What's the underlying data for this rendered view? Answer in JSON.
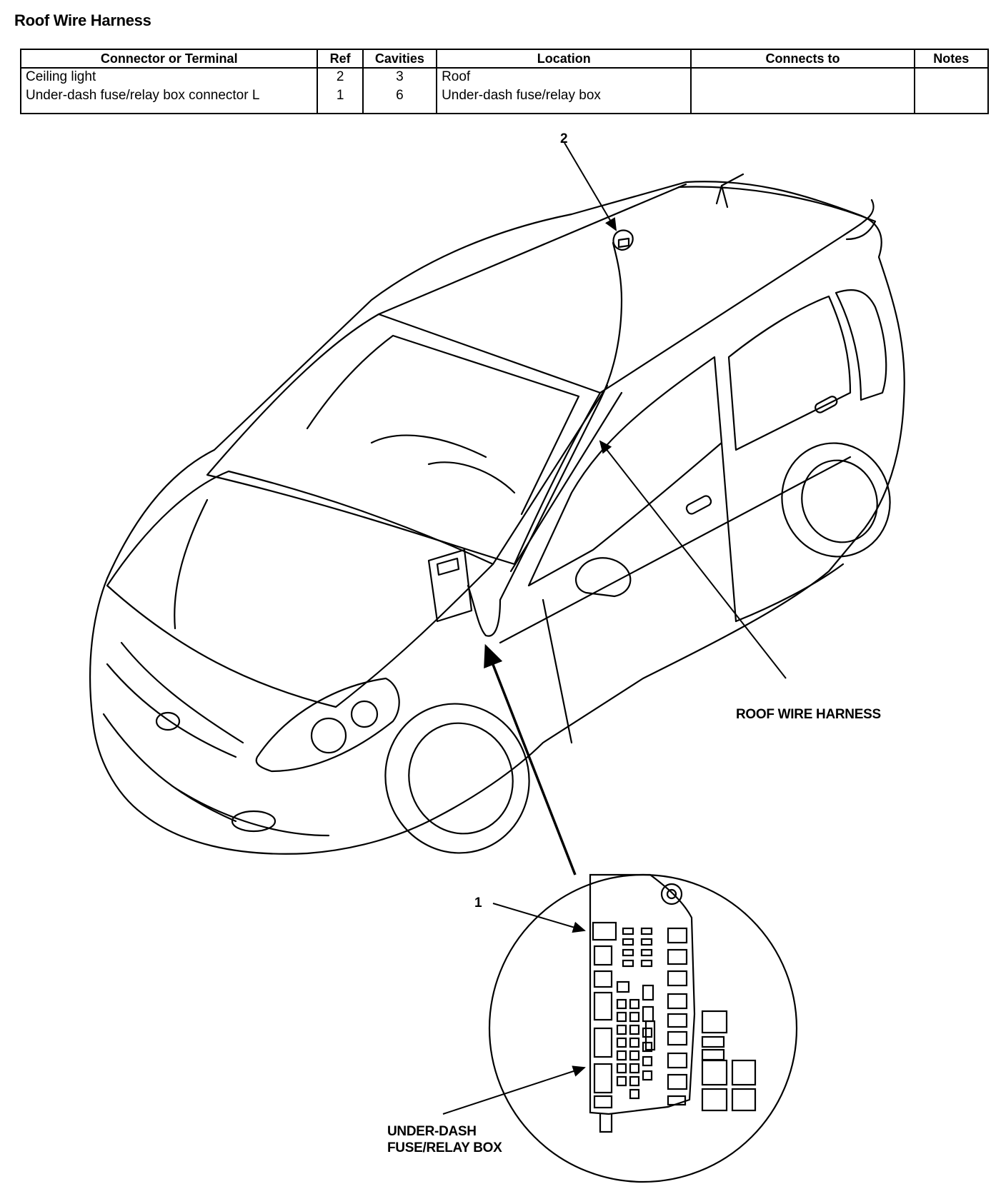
{
  "title": "Roof Wire Harness",
  "table": {
    "headers": {
      "connector": "Connector or Terminal",
      "ref": "Ref",
      "cavities": "Cavities",
      "location": "Location",
      "connects_to": "Connects to",
      "notes": "Notes"
    },
    "rows": [
      {
        "connector": "Ceiling light",
        "ref": "2",
        "cavities": "3",
        "location": "Roof",
        "connects_to": "",
        "notes": ""
      },
      {
        "connector": "Under-dash fuse/relay box connector L",
        "ref": "1",
        "cavities": "6",
        "location": "Under-dash fuse/relay box",
        "connects_to": "",
        "notes": ""
      }
    ]
  },
  "callouts": {
    "ref_2": "2",
    "ref_1": "1",
    "roof_harness": "ROOF WIRE HARNESS",
    "fuse_box_line1": "UNDER-DASH",
    "fuse_box_line2": "FUSE/RELAY BOX"
  }
}
